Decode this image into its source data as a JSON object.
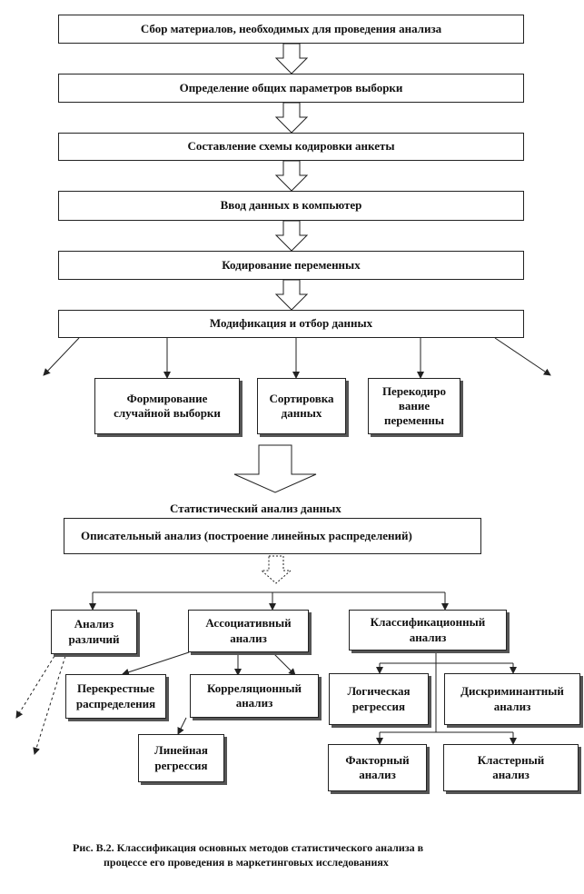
{
  "steps": [
    "Сбор материалов, необходимых для проведения анализа",
    "Определение общих параметров выборки",
    "Составление схемы кодировки анкеты",
    "Ввод данных в компьютер",
    "Кодирование переменных",
    "Модификация и отбор данных"
  ],
  "modification": {
    "random_sample": "Формирование случайной выборки",
    "sorting": "Сортировка данных",
    "recoding": "Перекодиро вание переменны"
  },
  "stat_analysis_title": "Статистический анализ данных",
  "descriptive": "Описательный анализ (построение линейных распределений)",
  "methods": {
    "differences": "Анализ различий",
    "associative": "Ассоциативный анализ",
    "classification": "Классификационный анализ"
  },
  "associative_sub": {
    "crosstabs": "Перекрестные распределения",
    "correlation": "Корреляционный анализ",
    "linear_regression": "Линейная регрессия"
  },
  "classification_sub": {
    "logistic": "Логическая регрессия",
    "discriminant": "Дискриминантный анализ",
    "factor": "Факторный анализ",
    "cluster": "Кластерный анализ"
  },
  "caption": {
    "line1": "Рис. В.2. Классификация основных методов статистического анализа в",
    "line2": "процессе его проведения в маркетинговых исследованиях"
  }
}
